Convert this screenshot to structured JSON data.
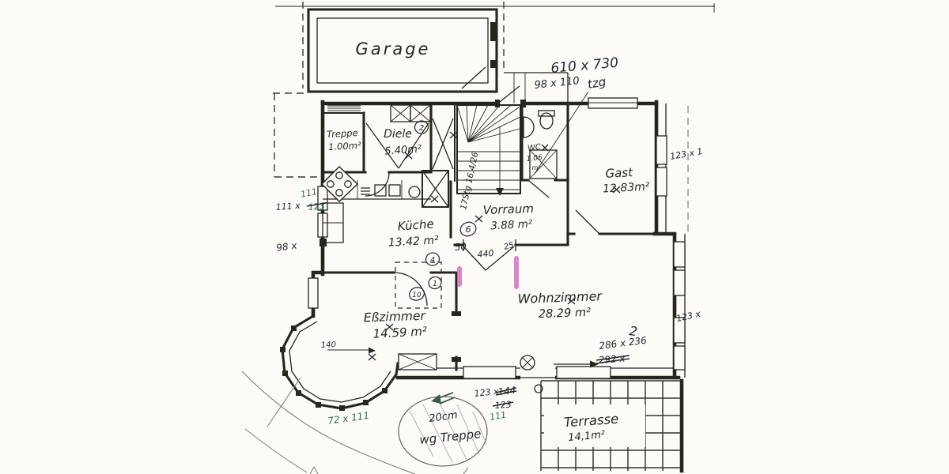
{
  "rooms": {
    "garage": {
      "name": "Garage"
    },
    "treppe": {
      "name": "Treppe",
      "area": "1.00m²"
    },
    "diele": {
      "name": "Diele",
      "area": "5.40m²"
    },
    "wc": {
      "name": "WC",
      "area": "1.06",
      "unit": "m²"
    },
    "gast": {
      "name": "Gast",
      "area": "12.83m²"
    },
    "vorraum": {
      "name": "Vorraum",
      "area": "3.88 m²"
    },
    "kueche": {
      "name": "Küche",
      "area": "13.42 m²"
    },
    "esszimmer": {
      "name": "Eßzimmer",
      "area": "14.59 m²"
    },
    "wohnzimmer": {
      "name": "Wohnzimmer",
      "area": "28.29 m²"
    },
    "terrasse": {
      "name": "Terrasse",
      "area": "14,1m²"
    },
    "stairs_spec": "17Stg 16,4/26"
  },
  "dims": {
    "garage_door": "610 x 730",
    "entry_window": "98 x 110",
    "entry_note": "tzg",
    "right_upper": "123 x 1",
    "right_lower": "123 x",
    "left_a": "111",
    "left_b": "111 x",
    "left_b2": "123",
    "left_c": "98 x",
    "bay": "72 x 111",
    "bottom_a": "123 x",
    "bottom_b": "144",
    "bottom_c": "123",
    "bottom_d": "111",
    "livingroom": "286 x 236",
    "livingroom_struck": "292 x",
    "livingroom_mark": "2",
    "opening_left": "50",
    "opening_mid": "440",
    "opening_right": "25",
    "bay_width": "140"
  },
  "notes": {
    "step_line1": "20cm",
    "step_line2": "wg Treppe"
  },
  "position_marks": {
    "diele": "2",
    "vorraum": "6",
    "pass_a": "4",
    "pass_b": "1",
    "pass_c": "10"
  },
  "colors": {
    "ink": "#26261f",
    "pen": "#23262c",
    "pen_green": "#2e6b4c",
    "highlight_pink": "#d066b8",
    "paper": "#fcfbf8"
  }
}
